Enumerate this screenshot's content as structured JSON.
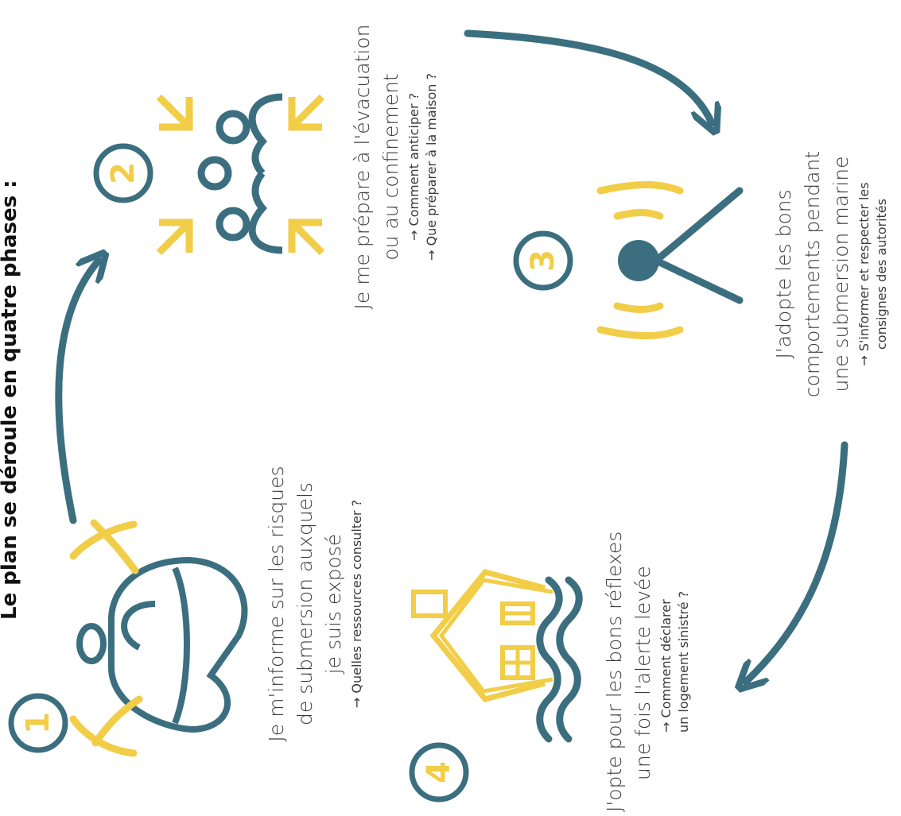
{
  "title": "Le plan se déroule en quatre phases :",
  "colors": {
    "primary": "#3b6f7f",
    "accent": "#f2cd47",
    "text": "#3a3a3a"
  },
  "phases": [
    {
      "number": "1",
      "icon": "alarm-bell-icon",
      "main": [
        "Je m'informe sur les risques",
        "de submersion auxquels",
        "je suis exposé"
      ],
      "sub": [
        "→ Quelles ressources consulter ?"
      ]
    },
    {
      "number": "2",
      "icon": "gathering-people-icon",
      "main": [
        "Je me prépare à l'évacuation",
        "ou au confinement"
      ],
      "sub": [
        "→ Comment anticiper ?",
        "→ Que préparer à la maison ?"
      ]
    },
    {
      "number": "3",
      "icon": "radio-broadcast-icon",
      "main": [
        "J'adopte les bons",
        "comportements pendant",
        "une submersion marine"
      ],
      "sub": [
        "→ S'informer et respecter les",
        "consignes des autorités"
      ]
    },
    {
      "number": "4",
      "icon": "flooded-house-icon",
      "main": [
        "J'opte pour les bons réflexes",
        "une fois l'alerte levée"
      ],
      "sub": [
        "→ Comment déclarer",
        "un logement sinistré ?"
      ]
    }
  ]
}
